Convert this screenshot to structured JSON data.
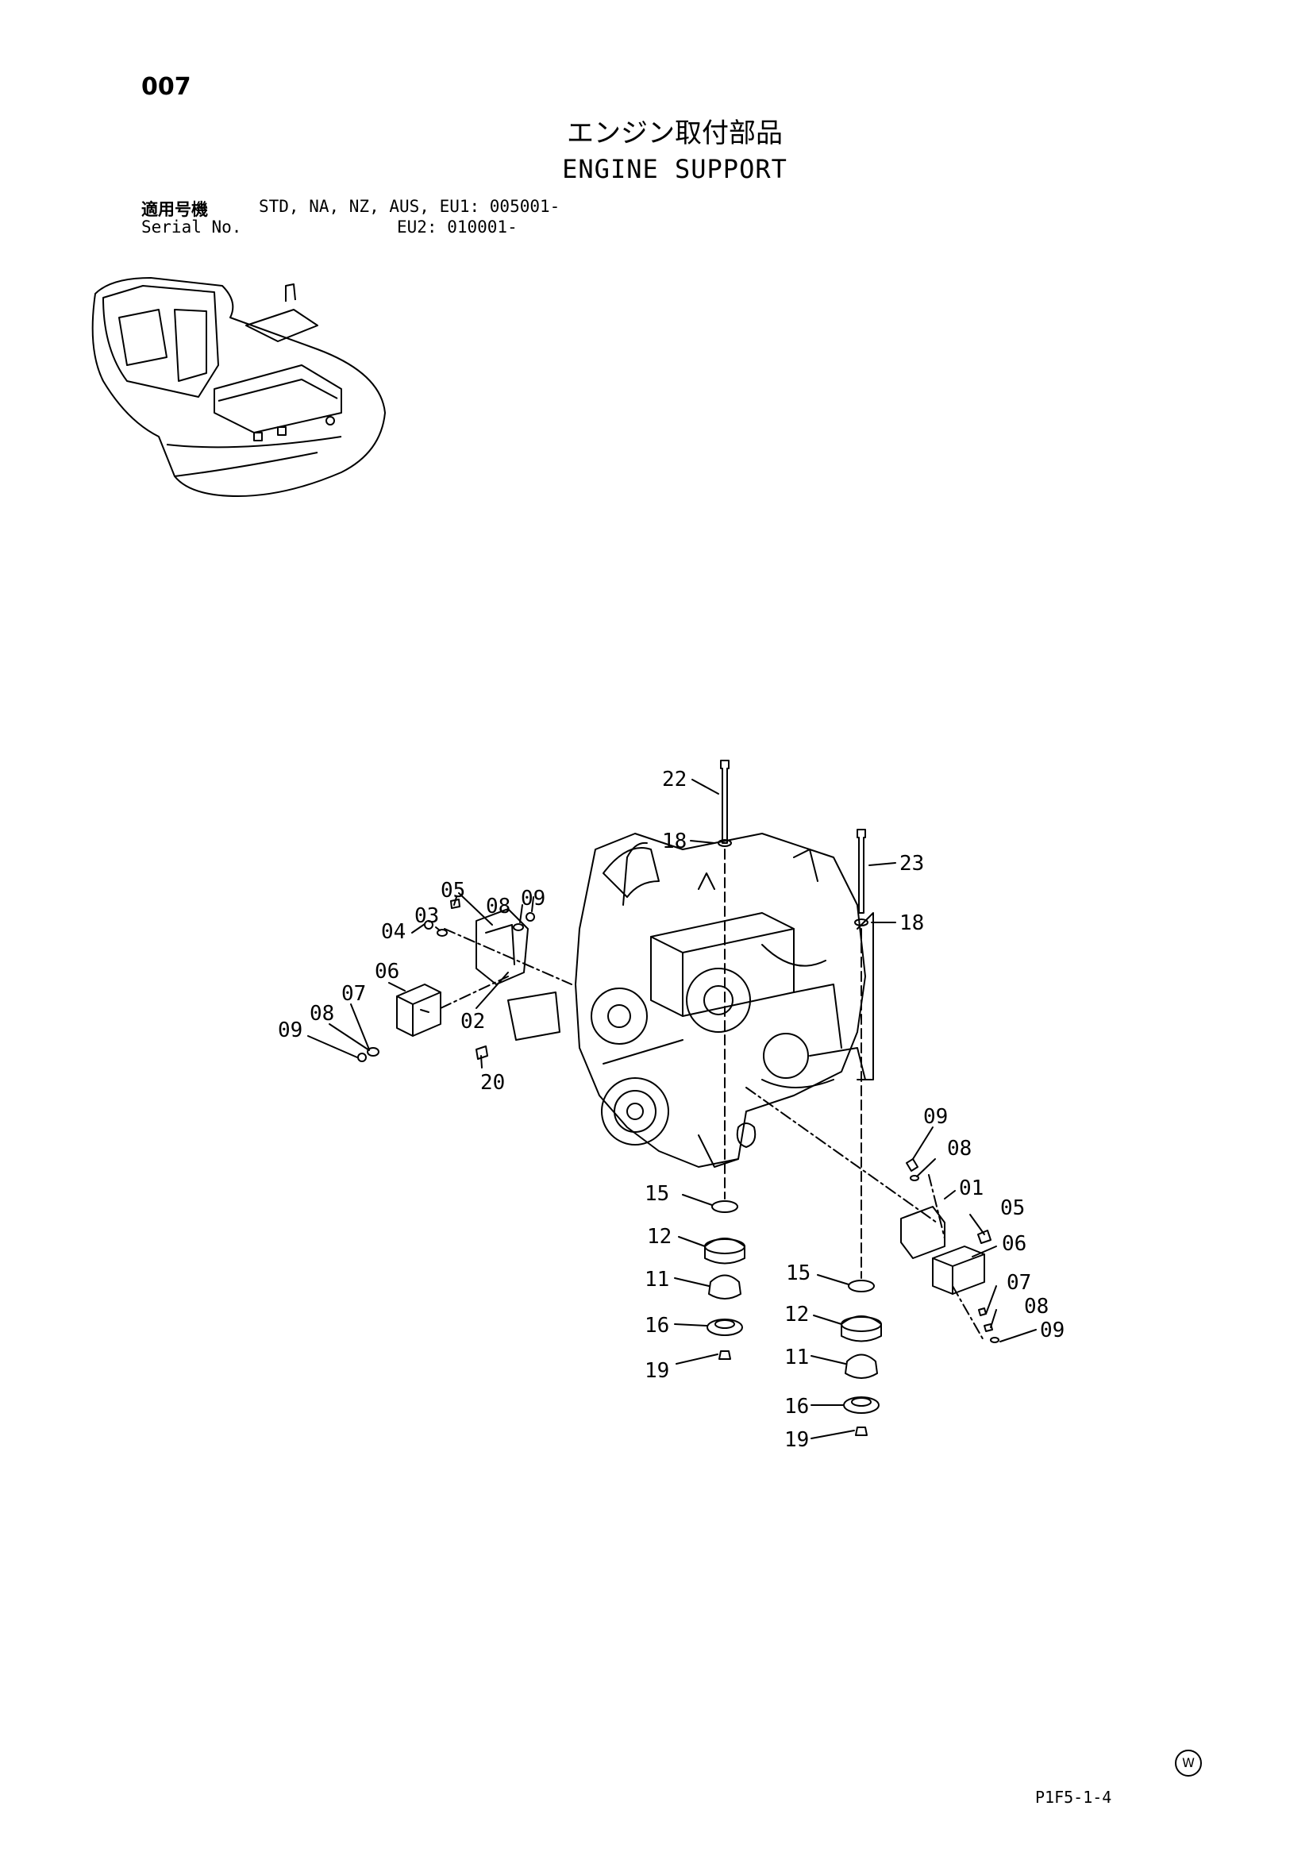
{
  "page_number": "007",
  "title_jp": "エンジン取付部品",
  "title_en": "ENGINE SUPPORT",
  "serial": {
    "label_jp": "適用号機",
    "models_line1": "STD, NA, NZ, AUS, EU1: 005001-",
    "label_en": "Serial No.",
    "models_line2": "EU2: 010001-"
  },
  "callouts": {
    "c22": "22",
    "c18a": "18",
    "c23": "23",
    "c18b": "18",
    "c05a": "05",
    "c08a": "08",
    "c09a": "09",
    "c04": "04",
    "c03": "03",
    "c07a": "07",
    "c06a": "06",
    "c08b": "08",
    "c09b": "09",
    "c02": "02",
    "c20": "20",
    "c09c": "09",
    "c08c": "08",
    "c01": "01",
    "c05b": "05",
    "c06b": "06",
    "c07b": "07",
    "c08d": "08",
    "c09d": "09",
    "c15a": "15",
    "c12a": "12",
    "c11a": "11",
    "c16a": "16",
    "c19a": "19",
    "c15b": "15",
    "c12b": "12",
    "c11b": "11",
    "c16b": "16",
    "c19b": "19"
  },
  "watermark": "W",
  "figure_code": "P1F5-1-4"
}
